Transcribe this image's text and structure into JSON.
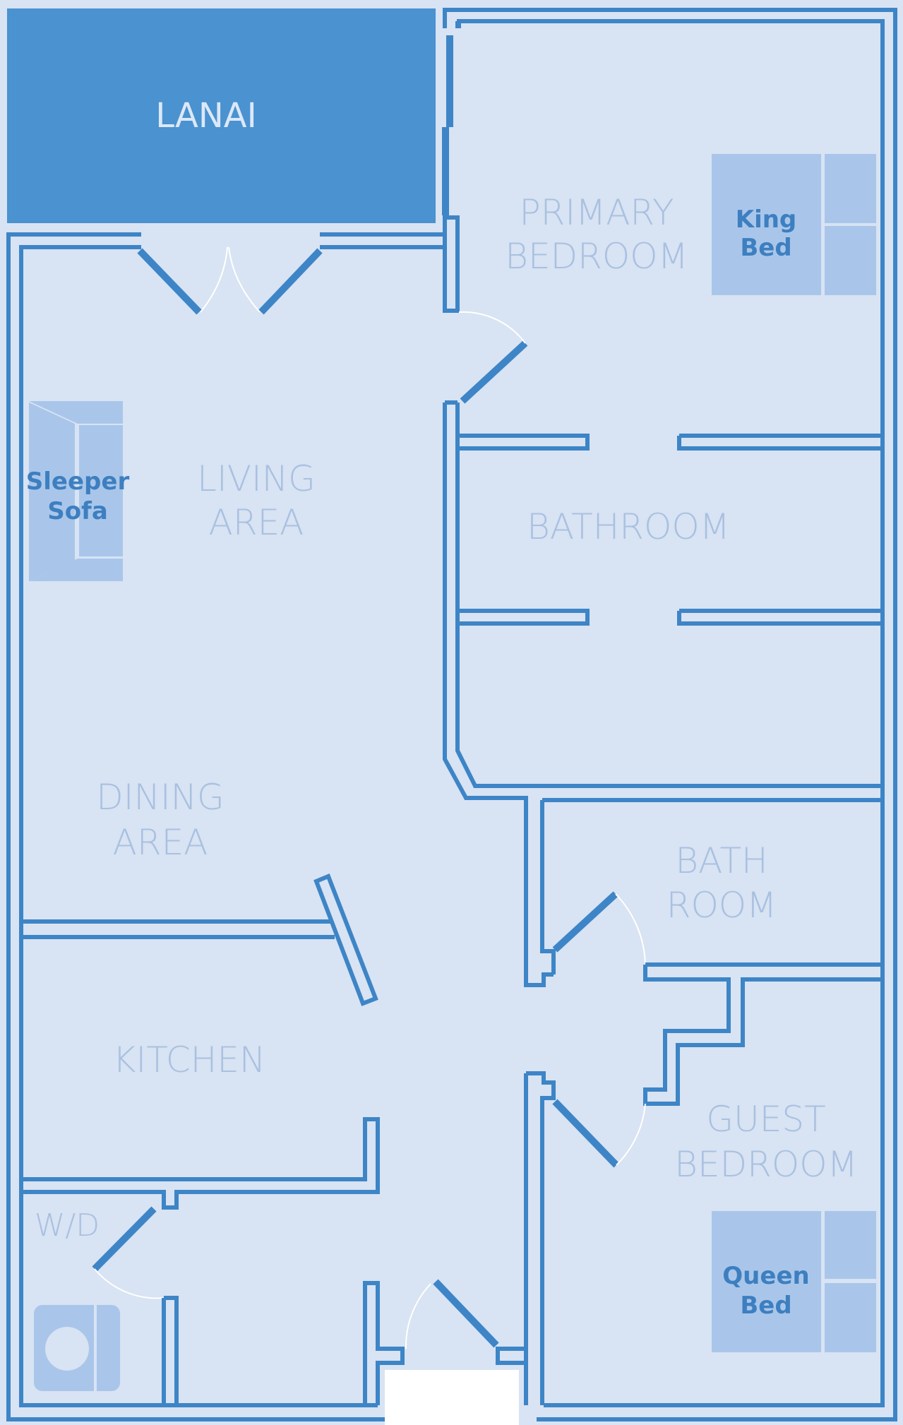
{
  "colors": {
    "background": "#d8e3f3",
    "wall": "#3d85c6",
    "lanai_fill": "#4a92d0",
    "furniture": "#a9c6ea",
    "room_label": "#a9c0e0",
    "furniture_label": "#3d7fc0",
    "entry_opening": "#ffffff"
  },
  "rooms": {
    "lanai": "LANAI",
    "primary_bedroom": [
      "PRIMARY",
      "BEDROOM"
    ],
    "living_area": [
      "LIVING",
      "AREA"
    ],
    "bathroom": "BATHROOM",
    "dining_area": [
      "DINING",
      "AREA"
    ],
    "bath_room": [
      "BATH",
      "ROOM"
    ],
    "kitchen": "KITCHEN",
    "guest_bedroom": [
      "GUEST",
      "BEDROOM"
    ],
    "wd": "W/D"
  },
  "furniture": {
    "king_bed": [
      "King",
      "Bed"
    ],
    "sleeper_sofa": [
      "Sleeper",
      "Sofa"
    ],
    "queen_bed": [
      "Queen",
      "Bed"
    ],
    "washer_dryer": "washer-dryer-icon"
  }
}
